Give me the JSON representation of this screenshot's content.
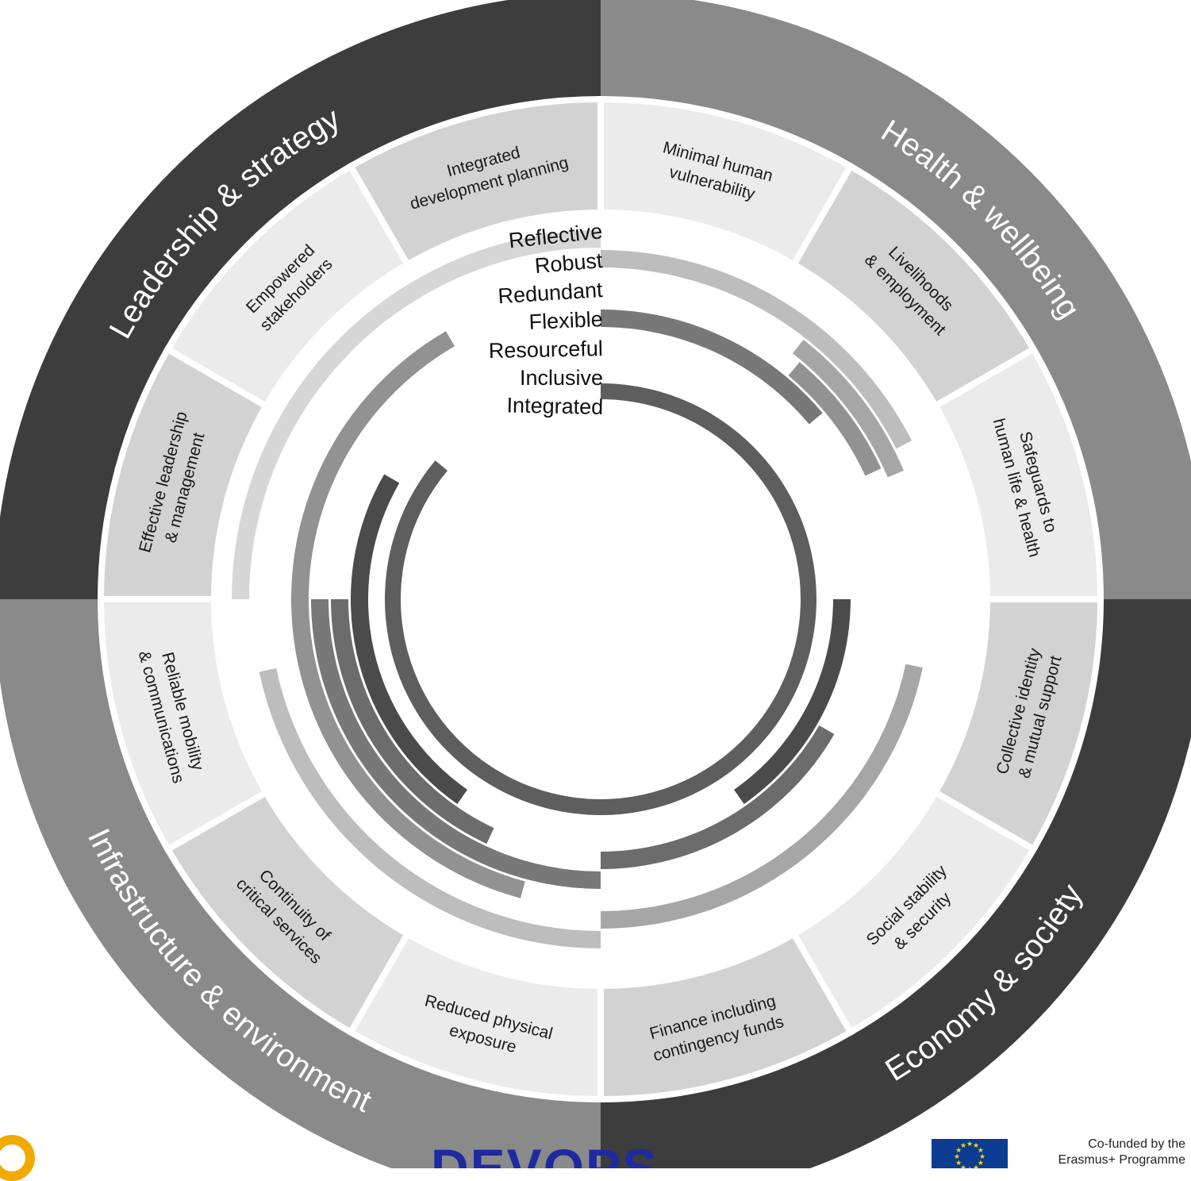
{
  "dimensions": [
    {
      "label": "Leadership & strategy",
      "color": "#3d3d3d"
    },
    {
      "label": "Health & wellbeing",
      "color": "#8a8a8a"
    },
    {
      "label": "Economy & society",
      "color": "#3d3d3d"
    },
    {
      "label": "Infrastructure & environment",
      "color": "#8a8a8a"
    }
  ],
  "goals": [
    {
      "lines": [
        "Minimal human",
        "vulnerability"
      ],
      "color": "#ebebeb"
    },
    {
      "lines": [
        "Livelihoods",
        "& employment"
      ],
      "color": "#d2d2d2"
    },
    {
      "lines": [
        "Safeguards to",
        "human life & health"
      ],
      "color": "#ebebeb"
    },
    {
      "lines": [
        "Collective identity",
        "& mutual support"
      ],
      "color": "#d2d2d2"
    },
    {
      "lines": [
        "Social stability",
        "& security"
      ],
      "color": "#ebebeb"
    },
    {
      "lines": [
        "Finance including",
        "contingency funds"
      ],
      "color": "#d2d2d2"
    },
    {
      "lines": [
        "Reduced physical",
        "exposure"
      ],
      "color": "#ebebeb"
    },
    {
      "lines": [
        "Continuity of",
        "critical services"
      ],
      "color": "#d2d2d2"
    },
    {
      "lines": [
        "Reliable mobility",
        "& communications"
      ],
      "color": "#ebebeb"
    },
    {
      "lines": [
        "Effective leadership",
        "& management"
      ],
      "color": "#d2d2d2"
    },
    {
      "lines": [
        "Empowered",
        "stakeholders"
      ],
      "color": "#ebebeb"
    },
    {
      "lines": [
        "Integrated",
        "development planning"
      ],
      "color": "#d2d2d2"
    }
  ],
  "qualities": [
    {
      "name": "Reflective",
      "color": "#d6d6d6",
      "arcs": [
        [
          270,
          360
        ]
      ]
    },
    {
      "name": "Robust",
      "color": "#bdbdbd",
      "arcs": [
        [
          0,
          63
        ],
        [
          180,
          258
        ]
      ]
    },
    {
      "name": "Redundant",
      "color": "#a6a6a6",
      "arcs": [
        [
          38,
          67
        ],
        [
          102,
          180
        ]
      ]
    },
    {
      "name": "Flexible",
      "color": "#929292",
      "arcs": [
        [
          40,
          65
        ],
        [
          195,
          330
        ]
      ]
    },
    {
      "name": "Resourceful",
      "color": "#787878",
      "arcs": [
        [
          0,
          50
        ],
        [
          180,
          270
        ]
      ]
    },
    {
      "name": "Inclusive",
      "color": "#6c6c6c",
      "arcs": [
        [
          120,
          180
        ],
        [
          205,
          270
        ]
      ]
    },
    {
      "name": "Integrated",
      "color": "#4b4b4b",
      "arcs": [
        [
          90,
          145
        ],
        [
          215,
          300
        ]
      ]
    }
  ],
  "inner_integrated_ring": {
    "color": "#5e5e5e",
    "arcs": [
      [
        0,
        310
      ]
    ]
  },
  "logos": {
    "devops": "DEVOPS",
    "eu_text_1": "Co-funded by the",
    "eu_text_2": "Erasmus+ Programme"
  }
}
